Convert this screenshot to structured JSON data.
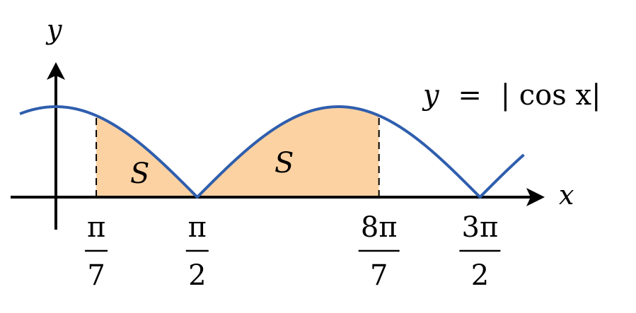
{
  "axes": {
    "x_label": "x",
    "y_label": "y"
  },
  "curve": {
    "label_lhs": "y",
    "label_eq": "=",
    "label_rhs": "| cos x|",
    "color": "#2f5ead"
  },
  "region": {
    "fill_color": "#fdd2a2",
    "labels": [
      "S",
      "S"
    ]
  },
  "ticks": [
    {
      "id": "pi-over-7",
      "value": 0.4488,
      "numerator": "π",
      "denominator": "7"
    },
    {
      "id": "pi-over-2",
      "value": 1.5708,
      "numerator": "π",
      "denominator": "2"
    },
    {
      "id": "8pi-over-7",
      "value": 3.5904,
      "numerator": "8π",
      "denominator": "7"
    },
    {
      "id": "3pi-over-2",
      "value": 4.7124,
      "numerator": "3π",
      "denominator": "2"
    }
  ],
  "chart_data": {
    "type": "area",
    "function": "y = |cos x|",
    "xlim": [
      -0.45,
      5.4
    ],
    "ylim": [
      0,
      1
    ],
    "shaded_interval": [
      0.4488,
      3.5904
    ],
    "grid": false
  }
}
